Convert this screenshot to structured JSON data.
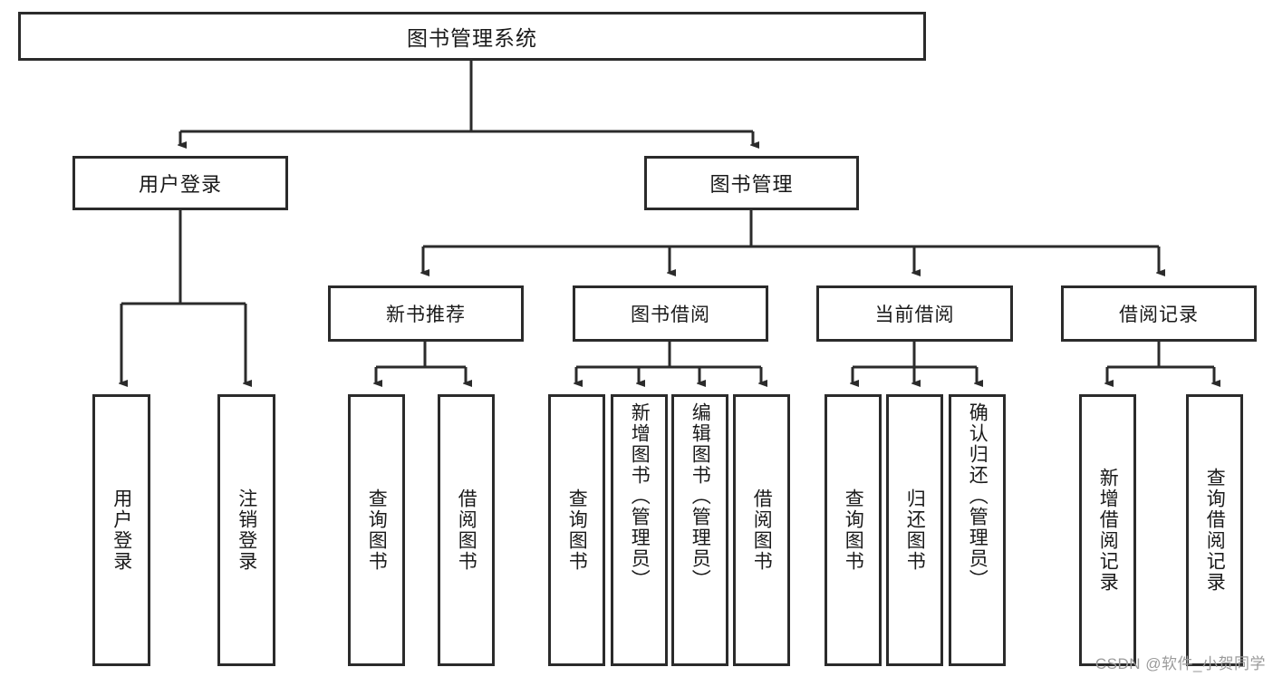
{
  "diagram": {
    "title": "图书管理系统",
    "watermark": "CSDN @软件_小贺同学",
    "colors": {
      "stroke": "#2b2b2b",
      "fill": "#ffffff",
      "watermark": "#9b9b9b"
    },
    "root": {
      "label": "图书管理系统"
    },
    "level1": [
      {
        "label": "用户登录"
      },
      {
        "label": "图书管理"
      }
    ],
    "level2": [
      {
        "label": "新书推荐"
      },
      {
        "label": "图书借阅"
      },
      {
        "label": "当前借阅"
      },
      {
        "label": "借阅记录"
      }
    ],
    "leaves": {
      "user_login": [
        {
          "label": "用户登录"
        },
        {
          "label": "注销登录"
        }
      ],
      "new_book_recommend": [
        {
          "label": "查询图书"
        },
        {
          "label": "借阅图书"
        }
      ],
      "book_borrow": [
        {
          "label": "查询图书"
        },
        {
          "label": "新增图书（管理员）"
        },
        {
          "label": "编辑图书（管理员）"
        },
        {
          "label": "借阅图书"
        }
      ],
      "current_borrow": [
        {
          "label": "查询图书"
        },
        {
          "label": "归还图书"
        },
        {
          "label": "确认归还（管理员）"
        }
      ],
      "borrow_record": [
        {
          "label": "新增借阅记录"
        },
        {
          "label": "查询借阅记录"
        }
      ]
    }
  }
}
